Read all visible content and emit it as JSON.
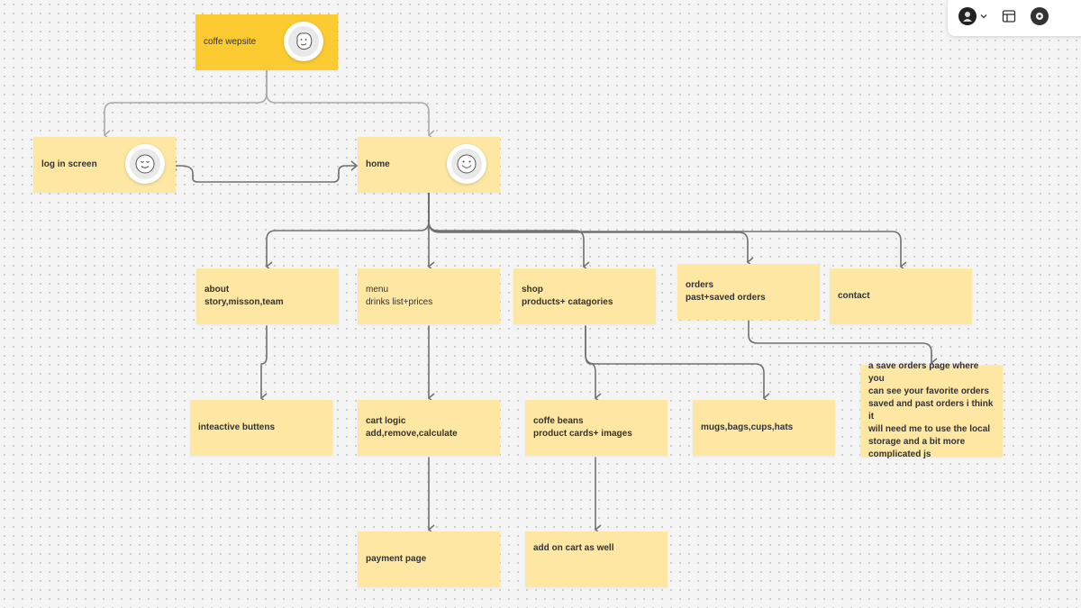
{
  "nodes": {
    "root": {
      "line1": "coffe wepsite"
    },
    "login": {
      "line1": "log in screen"
    },
    "home": {
      "line1": "home"
    },
    "about": {
      "line1": "about",
      "line2": "story,misson,team"
    },
    "menu": {
      "line1": "menu",
      "line2": "drinks list+prices"
    },
    "shop": {
      "line1": "shop",
      "line2": "products+ catagories"
    },
    "orders": {
      "line1": "orders",
      "line2": "past+saved orders"
    },
    "contact": {
      "line1": "contact"
    },
    "interactive": {
      "line1": "inteactive buttens"
    },
    "cart": {
      "line1": "cart logic",
      "line2": "add,remove,calculate"
    },
    "beans": {
      "line1": "coffe beans",
      "line2": "product cards+ images"
    },
    "mugs": {
      "line1": "mugs,bags,cups,hats"
    },
    "payment": {
      "line1": "payment page"
    },
    "addcart": {
      "line1": "add on cart as well"
    },
    "note": {
      "lines": [
        "a save orders page where you",
        "can see your favorite orders",
        "saved and past orders i think it",
        "will need me to use the local",
        "storage and a bit more",
        "complicated js"
      ]
    }
  },
  "icons": {
    "root_avatar": "sketch-face-icon",
    "login_avatar": "wink-face-icon",
    "home_avatar": "smiley-face-icon",
    "toolbar_user": "user-avatar-icon",
    "toolbar_dropdown": "chevron-down-icon",
    "toolbar_layout": "layout-panel-icon",
    "toolbar_ai": "assistant-avatar-icon"
  },
  "colors": {
    "root_sticky": "#fccb31",
    "sticky": "#fde7a3",
    "connector_light": "#aaaaaa",
    "connector_dark": "#707070",
    "canvas": "#f4f4f4"
  }
}
